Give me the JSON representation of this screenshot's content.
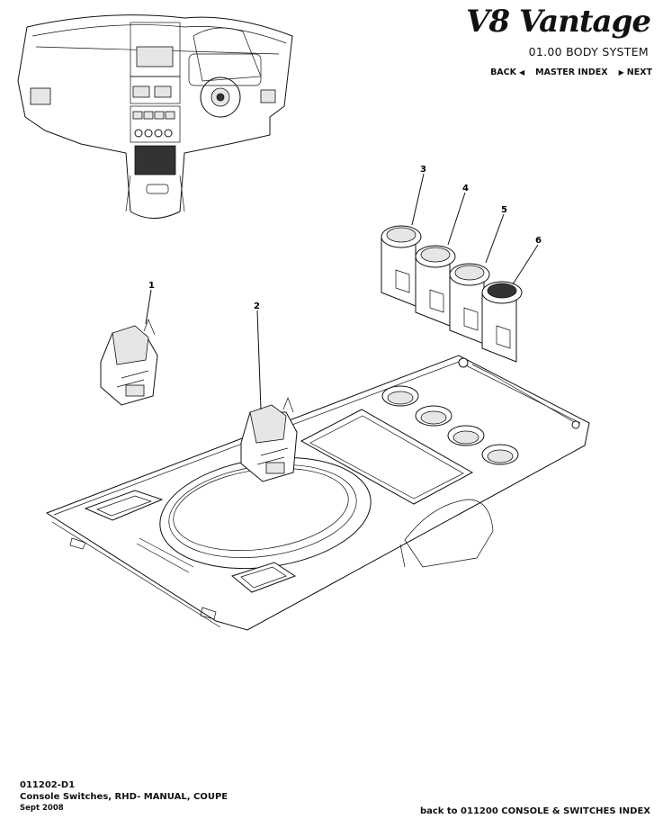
{
  "header": {
    "logo": "V8 Vantage",
    "section": "01.00 BODY SYSTEM",
    "nav": [
      {
        "label": "BACK",
        "icon": "triangle-left-icon"
      },
      {
        "label": "MASTER INDEX",
        "icon": "triangle-right-icon"
      },
      {
        "label": "NEXT"
      }
    ]
  },
  "callouts": [
    "1",
    "2",
    "3",
    "4",
    "5",
    "6"
  ],
  "footer": {
    "code": "011202-D1",
    "title": "Console Switches, RHD- MANUAL, COUPE",
    "date": "Sept 2008",
    "back_link": "back to 011200 CONSOLE & SWITCHES INDEX"
  }
}
